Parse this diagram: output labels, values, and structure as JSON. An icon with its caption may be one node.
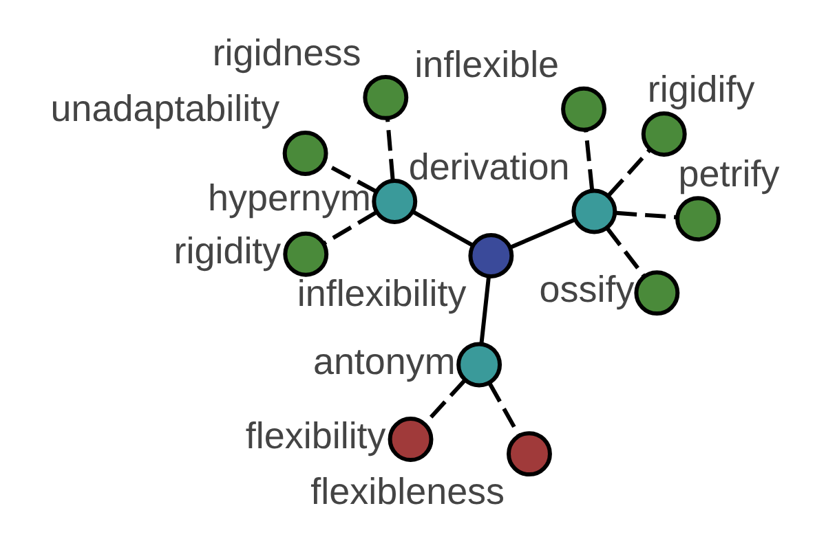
{
  "diagram": {
    "nodes": [
      {
        "text": [
          "inflexibility"
        ]
      },
      {
        "text": [
          "hypernym"
        ]
      },
      {
        "text": [
          "antonym"
        ]
      },
      {
        "text": [
          "derivation"
        ]
      },
      {
        "text": [
          "rigidness"
        ]
      },
      {
        "text": [
          "unadaptability"
        ]
      },
      {
        "text": [
          "rigidity"
        ]
      },
      {
        "text": [
          "flexibleness"
        ]
      },
      {
        "text": [
          "flexibility"
        ]
      },
      {
        "text": [
          "petrify"
        ]
      },
      {
        "text": [
          "ossify"
        ]
      },
      {
        "text": [
          "inflexible"
        ]
      },
      {
        "text": [
          "rigidify"
        ]
      }
    ],
    "edges": [
      {
        "from": 0,
        "to": 1,
        "arrow": "none"
      },
      {
        "from": 0,
        "to": 2,
        "arrow": "none"
      },
      {
        "from": 0,
        "to": 3,
        "arrow": "none"
      },
      {
        "from": 1,
        "to": 4,
        "arrow": "none",
        "style": "dashed"
      },
      {
        "from": 1,
        "to": 5,
        "arrow": "none",
        "style": "dashed"
      },
      {
        "from": 1,
        "to": 6,
        "arrow": "none",
        "style": "dashed"
      },
      {
        "from": 2,
        "to": 7,
        "arrow": "none",
        "style": "dashed"
      },
      {
        "from": 2,
        "to": 8,
        "arrow": "none",
        "style": "dashed"
      },
      {
        "from": 3,
        "to": 9,
        "arrow": "none",
        "style": "dashed"
      },
      {
        "from": 3,
        "to": 10,
        "arrow": "none",
        "style": "dashed"
      },
      {
        "from": 3,
        "to": 11,
        "arrow": "none",
        "style": "dashed"
      },
      {
        "from": 3,
        "to": 12,
        "arrow": "none",
        "style": "dashed"
      }
    ]
  }
}
